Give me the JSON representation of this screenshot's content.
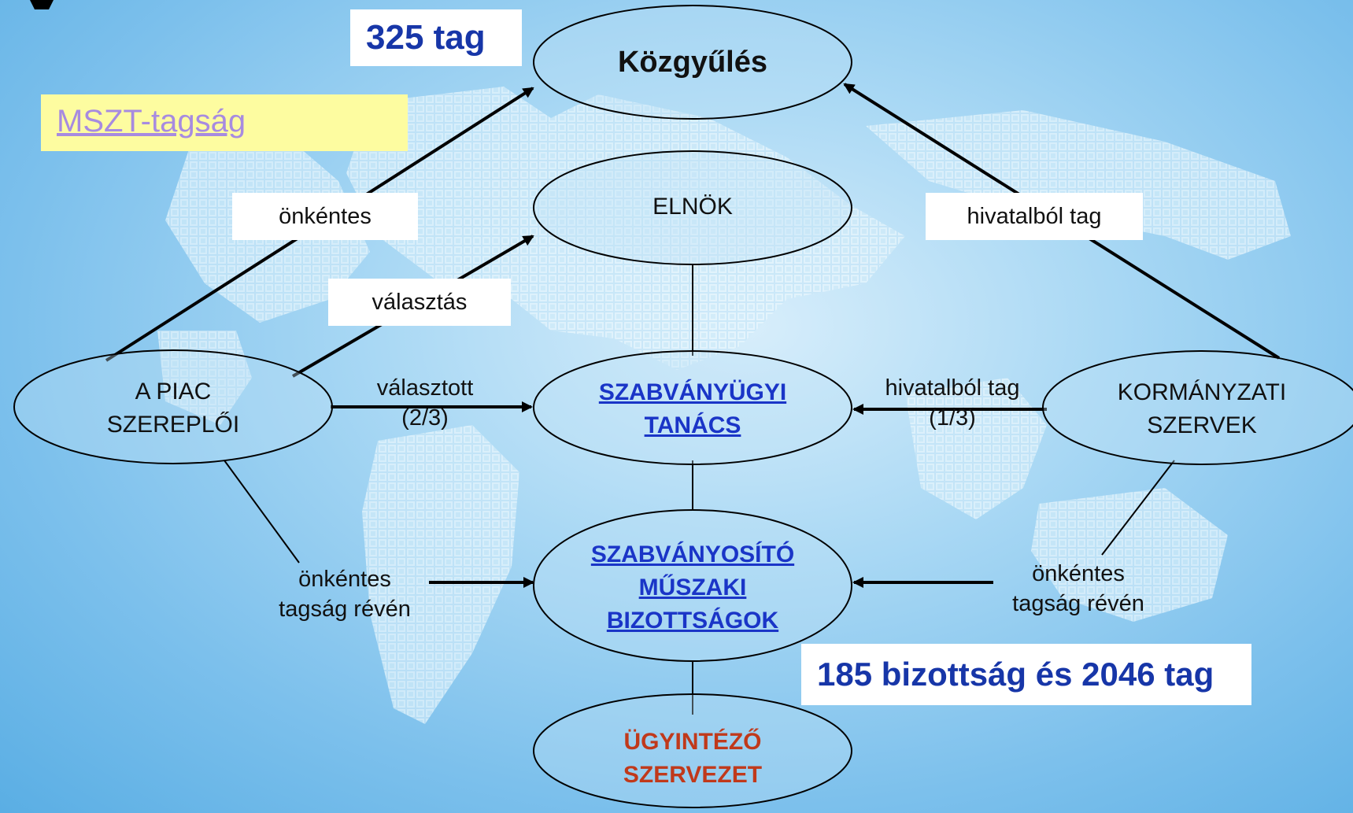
{
  "stats": {
    "members": "325 tag",
    "committees": "185 bizottság és 2046 tag"
  },
  "link": {
    "mszt": "MSZT-tagság"
  },
  "nodes": {
    "kozgyules": "Közgyűlés",
    "elnok": "ELNÖK",
    "piac_1": "A PIAC",
    "piac_2": "SZEREPLŐI",
    "tanacs_1": "SZABVÁNYÜGYI",
    "tanacs_2": "TANÁCS",
    "kormany_1": "KORMÁNYZATI",
    "kormany_2": "SZERVEK",
    "bizottsag_1": "SZABVÁNYOSÍTÓ",
    "bizottsag_2": "MŰSZAKI",
    "bizottsag_3": "BIZOTTSÁGOK",
    "ugyintezo_1": "ÜGYINTÉZŐ",
    "ugyintezo_2": "SZERVEZET"
  },
  "edges": {
    "onkentes_top": "önkéntes",
    "valasztas": "választás",
    "hivatalbol_top": "hivatalból tag",
    "valasztott": "választott",
    "valasztott_share": "(2/3)",
    "hivatalbol_mid": "hivatalból tag",
    "hivatalbol_share": "(1/3)",
    "onkentes_left_1": "önkéntes",
    "onkentes_left_2": "tagság révén",
    "onkentes_right_1": "önkéntes",
    "onkentes_right_2": "tagság révén"
  },
  "colors": {
    "stat_text": "#1736a8",
    "link_text": "#1a35c7",
    "ugyintezo_text": "#c0391b",
    "mszt_bg": "#fdfca0"
  }
}
